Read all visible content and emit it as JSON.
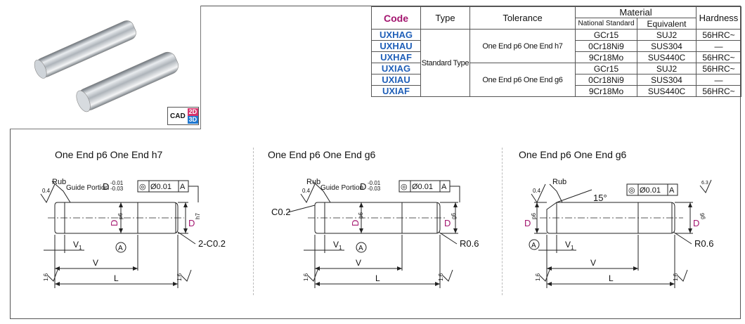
{
  "badge": {
    "cad": "CAD",
    "d2": "2D",
    "d3": "3D"
  },
  "table": {
    "headers": {
      "code": "Code",
      "type": "Type",
      "tolerance": "Tolerance",
      "material": "Material",
      "national": "National Standard",
      "equivalent": "Equivalent",
      "hardness": "Hardness"
    },
    "type_value": "Standard Type",
    "tol_h7": "One End p6 One End h7",
    "tol_g6": "One End p6 One End g6",
    "rows": [
      {
        "code": "UXHAG",
        "national": "GCr15",
        "equivalent": "SUJ2",
        "hardness": "56HRC~"
      },
      {
        "code": "UXHAU",
        "national": "0Cr18Ni9",
        "equivalent": "SUS304",
        "hardness": "—"
      },
      {
        "code": "UXHAF",
        "national": "9Cr18Mo",
        "equivalent": "SUS440C",
        "hardness": "56HRC~"
      },
      {
        "code": "UXIAG",
        "national": "GCr15",
        "equivalent": "SUJ2",
        "hardness": "56HRC~"
      },
      {
        "code": "UXIAU",
        "national": "0Cr18Ni9",
        "equivalent": "SUS304",
        "hardness": "—"
      },
      {
        "code": "UXIAF",
        "national": "9Cr18Mo",
        "equivalent": "SUS440C",
        "hardness": "56HRC~"
      }
    ]
  },
  "drawings": [
    {
      "title": "One End p6 One End h7",
      "rub": "Rub",
      "guide": "Guide Portion",
      "dvar": "D",
      "tol_up": "-0.01",
      "tol_dn": "-0.03",
      "gdt_sym": "◎",
      "gdt_val": "Ø0.01",
      "gdt_ref": "A",
      "rough_top": "0.4",
      "rough_bot_l": "1.6",
      "rough_bot_r": "1.6",
      "d_left": "D",
      "d_left_sub": "p6",
      "d_right": "D",
      "d_right_sub": "h7",
      "chamfer_right": "2-C0.2",
      "datum": "A",
      "v1": "V",
      "v1_sub": "1",
      "v": "V",
      "l": "L"
    },
    {
      "title": "One End p6 One End g6",
      "rub": "Rub",
      "guide": "Guide Portion",
      "dvar": "D",
      "tol_up": "-0.01",
      "tol_dn": "-0.03",
      "gdt_sym": "◎",
      "gdt_val": "Ø0.01",
      "gdt_ref": "A",
      "rough_top": "0.4",
      "rough_bot_l": "1.6",
      "rough_bot_r": "1.6",
      "chamfer_left": "C0.2",
      "d_left": "D",
      "d_left_sub": "p6",
      "d_right": "D",
      "d_right_sub": "g6",
      "radius_right": "R0.6",
      "datum": "A",
      "v1": "V",
      "v1_sub": "1",
      "v": "V",
      "l": "L"
    },
    {
      "title": "One End p6 One End g6",
      "rub": "Rub",
      "angle": "15°",
      "gdt_sym": "◎",
      "gdt_val": "Ø0.01",
      "gdt_ref": "A",
      "rough_top": "0.4",
      "rough_top_r": "6.3",
      "rough_bot_l": "1.6",
      "rough_bot_r": "1.6",
      "d_left": "D",
      "d_left_sub": "p6",
      "d_right": "D",
      "d_right_sub": "g6",
      "radius_right": "R0.6",
      "datum": "A",
      "v1": "V",
      "v1_sub": "1",
      "v": "V",
      "l": "L"
    }
  ]
}
